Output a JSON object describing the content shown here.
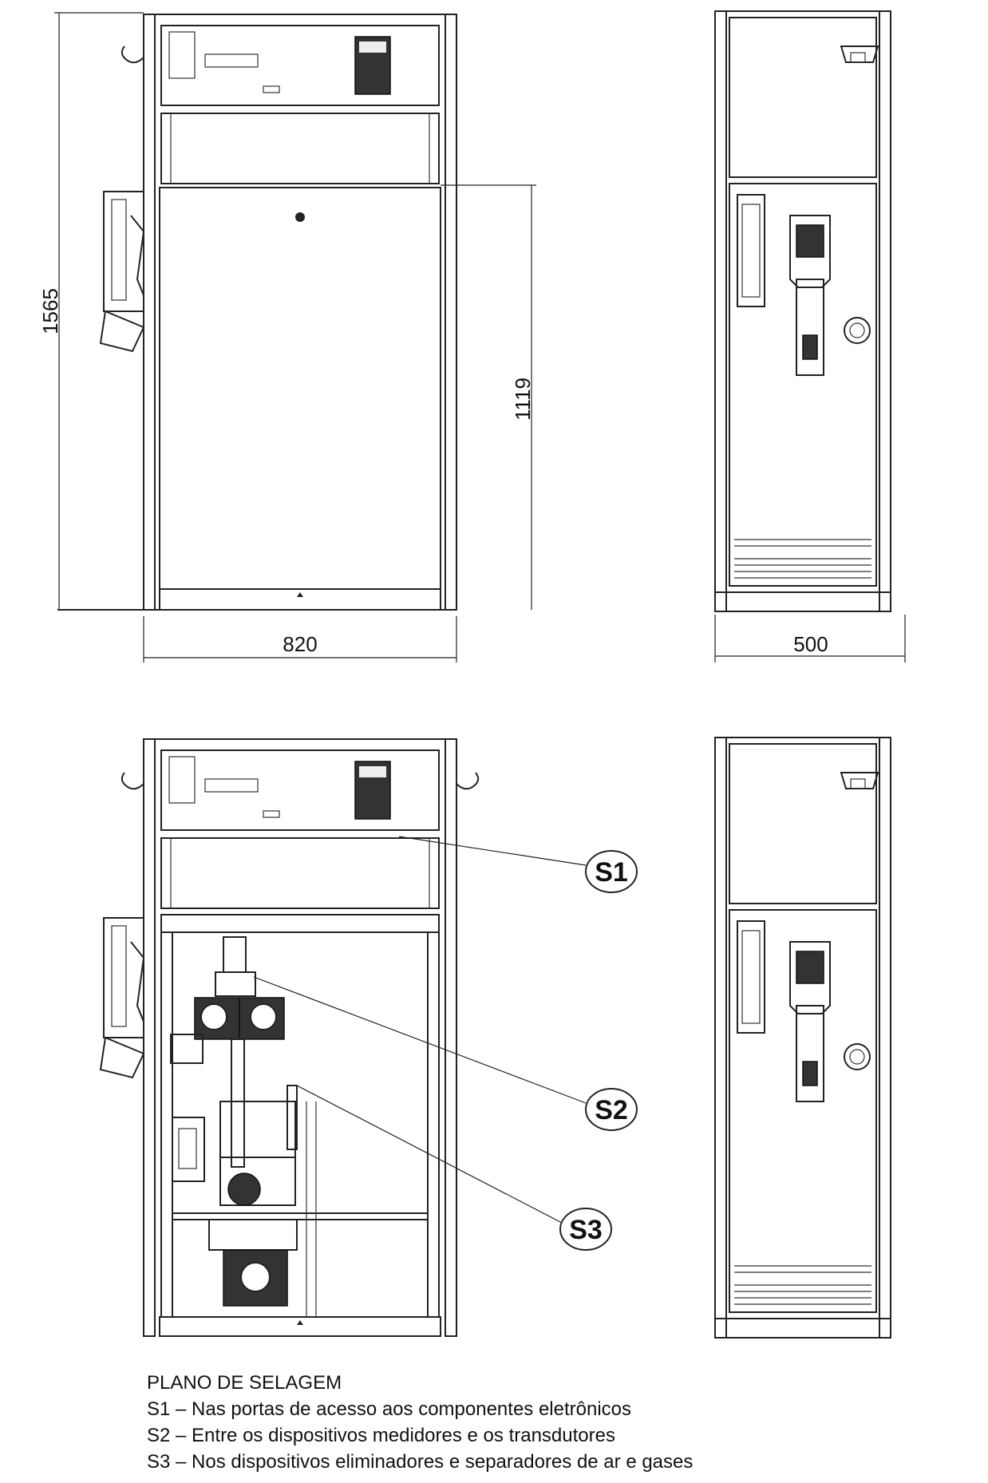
{
  "dimensions": {
    "total_height": "1565",
    "door_height": "1119",
    "width_front": "820",
    "width_side": "500"
  },
  "callouts": [
    {
      "label": "S1"
    },
    {
      "label": "S2"
    },
    {
      "label": "S3"
    }
  ],
  "legend": {
    "title": "PLANO DE SELAGEM",
    "items": [
      "S1 – Nas portas de acesso aos componentes eletrônicos",
      "S2 – Entre os dispositivos medidores e os transdutores",
      "S3 – Nos dispositivos eliminadores e separadores de ar e gases"
    ]
  }
}
